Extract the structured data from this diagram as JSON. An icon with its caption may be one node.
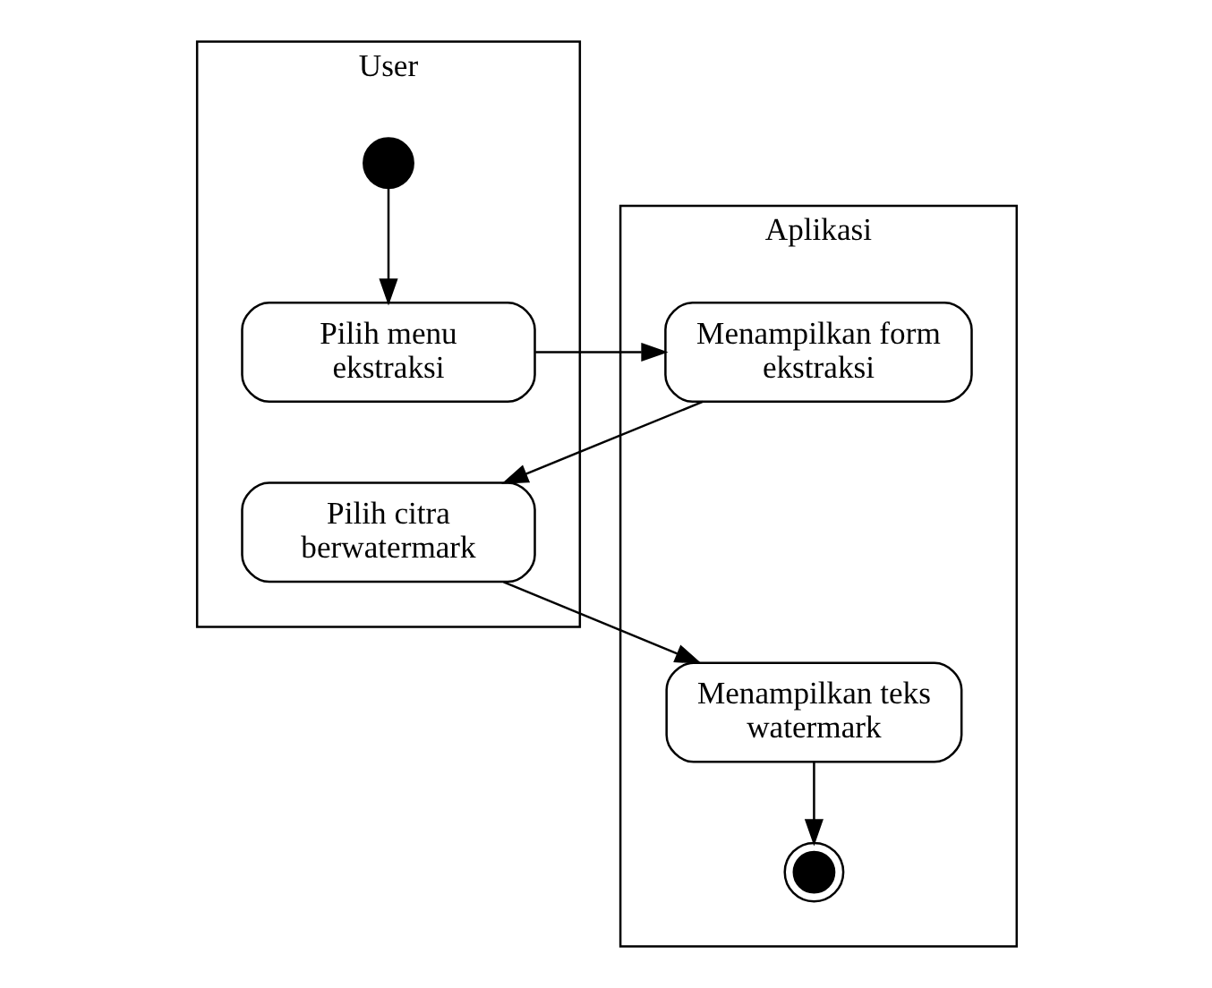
{
  "diagram": {
    "nodes": [
      {
        "text": [
          "User"
        ]
      },
      {
        "text": [
          "Aplikasi"
        ]
      },
      {
        "text": [],
        "shape": "circle",
        "in": 0
      },
      {
        "text": [
          "Pilih menu ekstraksi"
        ],
        "in": 0
      },
      {
        "text": [
          "Menampilkan form ekstraksi"
        ],
        "in": 1
      },
      {
        "text": [
          "Pilih citra berwatermark"
        ],
        "in": 0
      },
      {
        "text": [
          "Menampilkan teks watermark"
        ],
        "in": 1
      },
      {
        "text": [],
        "shape": "bullseye",
        "in": 1
      }
    ],
    "edges": [
      {
        "from": 2,
        "to": 3,
        "arrow": "to"
      },
      {
        "from": 3,
        "to": 4,
        "arrow": "to"
      },
      {
        "from": 4,
        "to": 5,
        "arrow": "to"
      },
      {
        "from": 5,
        "to": 6,
        "arrow": "to"
      },
      {
        "from": 6,
        "to": 7,
        "arrow": "to"
      }
    ]
  }
}
